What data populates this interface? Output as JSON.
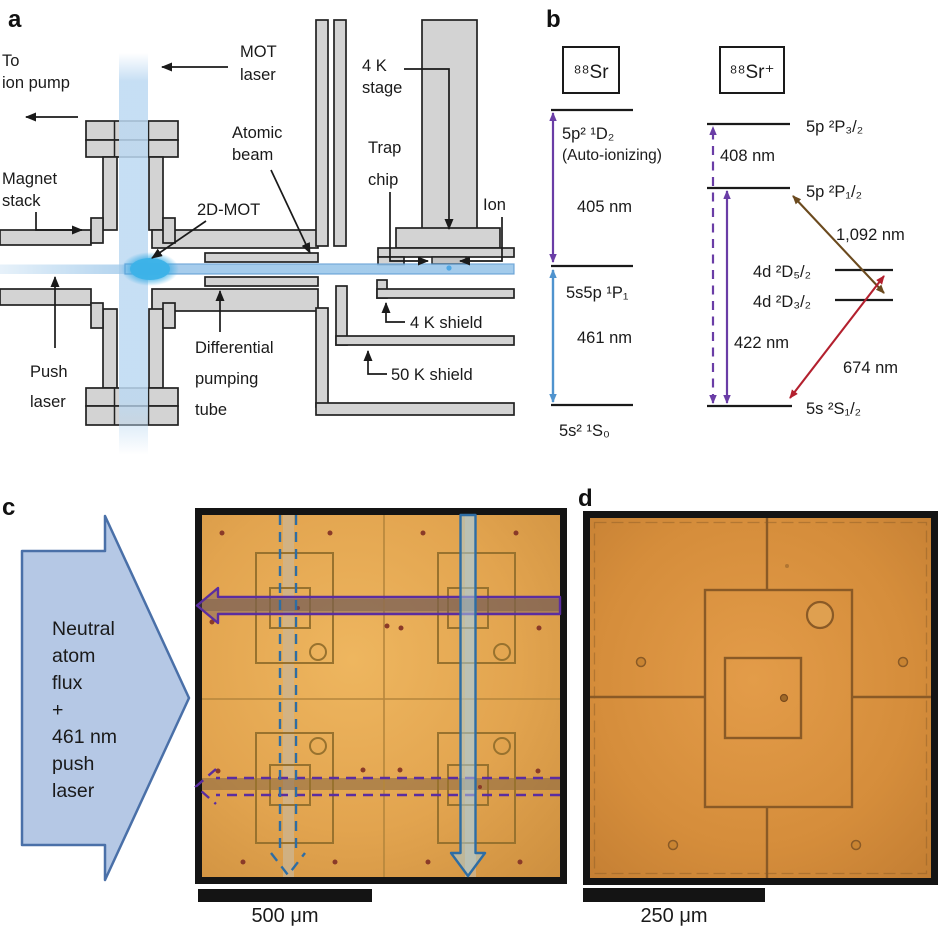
{
  "colors": {
    "structure_gray": "#d3d3d3",
    "beam_blue": "#9ec8ea",
    "mot_spot_blue": "#2ea9e4",
    "purple_accent": "#6a3da6",
    "blue_461": "#4f93ce",
    "brown_1092": "#6b4a1e",
    "red_674": "#b3202e",
    "flux_arrow_fill": "#b5c8e5",
    "flux_arrow_border": "#4a70a8",
    "chip_amber_c": "#e2a44f",
    "chip_orange_d": "#d58d3b",
    "overlay_purple": "#5b2da0",
    "overlay_blue": "#2e6da4",
    "scale_bar_black": "#141414"
  },
  "panel_a": {
    "label": "a",
    "labels": {
      "to_ion_pump": [
        "To",
        "ion pump"
      ],
      "mot_laser": [
        "MOT",
        "laser"
      ],
      "atomic_beam": [
        "Atomic",
        "beam"
      ],
      "magnet_stack": [
        "Magnet",
        "stack"
      ],
      "two_d_mot": "2D-MOT",
      "push_laser": [
        "Push",
        "laser"
      ],
      "differential_pumping_tube": [
        "Differential",
        "pumping",
        "tube"
      ],
      "stage_4k": [
        "4 K",
        "stage"
      ],
      "trap_chip": [
        "Trap",
        "chip"
      ],
      "ion": "Ion",
      "shield_4k": "4 K shield",
      "shield_50k": "50 K shield"
    }
  },
  "panel_b": {
    "label": "b",
    "neutral_atom": {
      "species": "⁸⁸Sr",
      "levels": {
        "d2": "5p² ¹D₂",
        "d2_note": "(Auto-ionizing)",
        "p1": "5s5p ¹P₁",
        "s0": "5s² ¹S₀"
      },
      "transitions": {
        "nm405": "405 nm",
        "nm461": "461 nm"
      }
    },
    "ion": {
      "species": "⁸⁸Sr⁺",
      "levels": {
        "p32": "5p ²P₃/₂",
        "p12": "5p ²P₁/₂",
        "d52": "4d ²D₅/₂",
        "d32": "4d ²D₃/₂",
        "s12": "5s ²S₁/₂"
      },
      "transitions": {
        "nm408": "408 nm",
        "nm1092": "1,092 nm",
        "nm422": "422 nm",
        "nm674": "674 nm"
      }
    }
  },
  "panel_c": {
    "label": "c",
    "flux_arrow_lines": [
      "Neutral",
      "atom",
      "flux",
      "+",
      "461 nm",
      "push",
      "laser"
    ],
    "scale_bar_label": "500 μm"
  },
  "panel_d": {
    "label": "d",
    "scale_bar_label": "250 μm"
  }
}
